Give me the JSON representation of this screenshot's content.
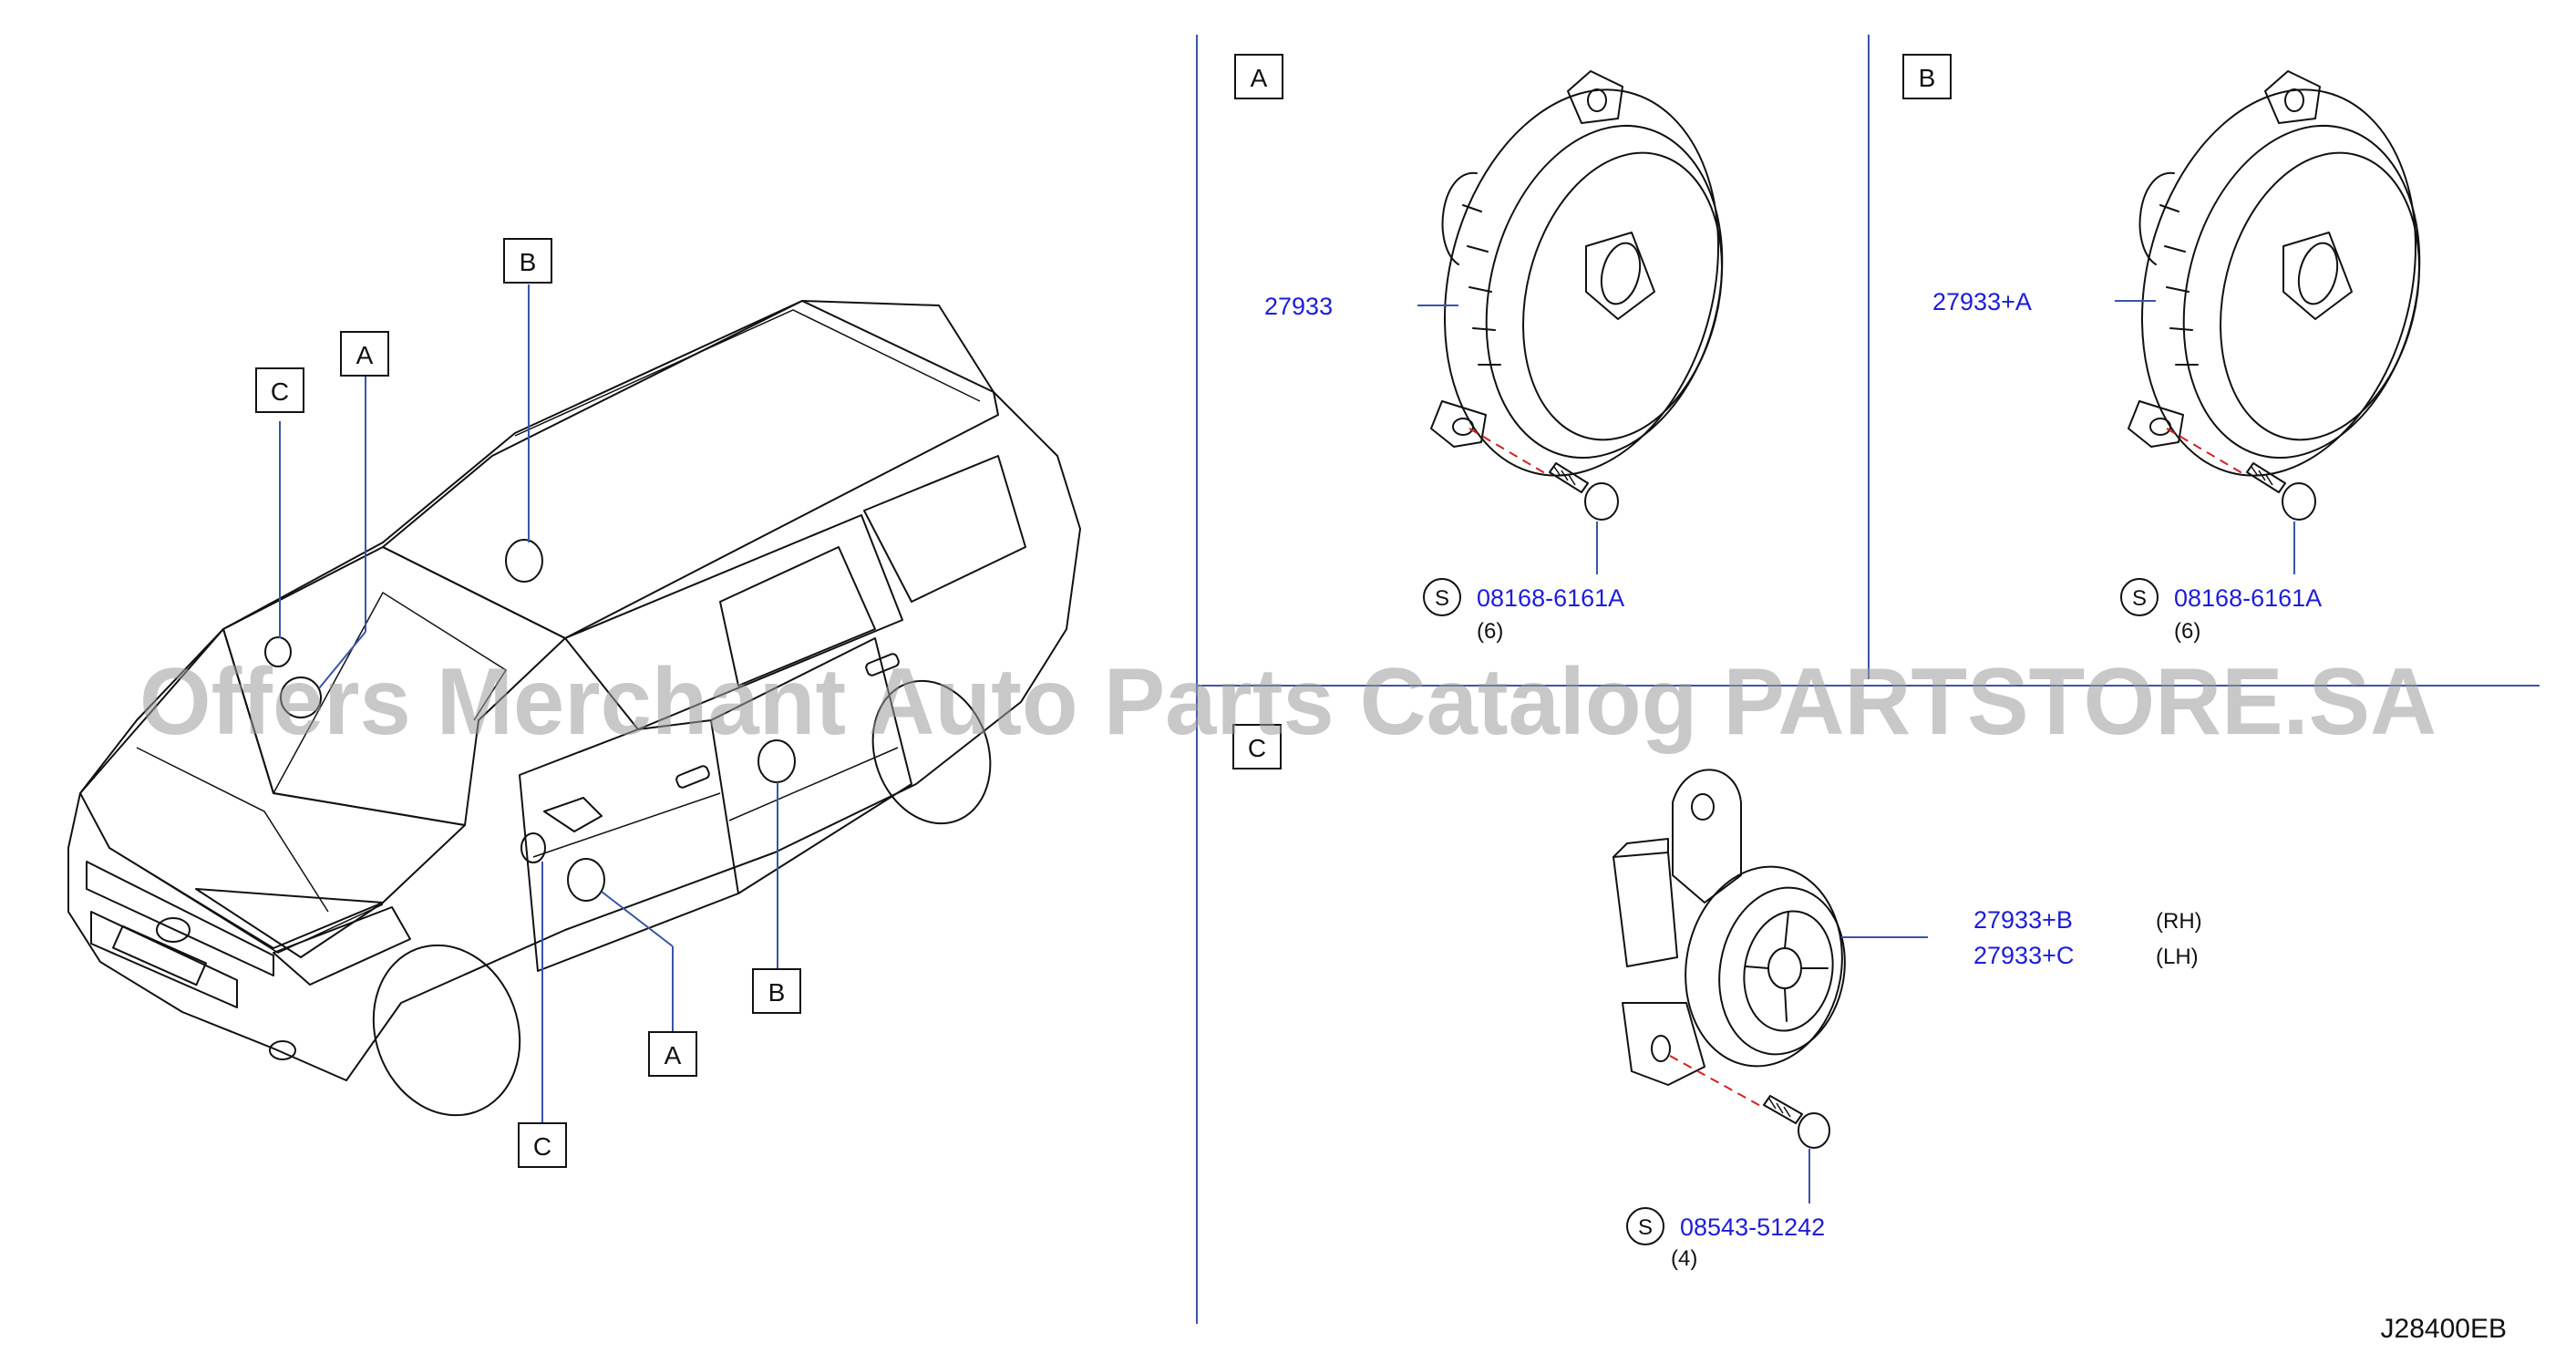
{
  "callouts": {
    "car_b": "B",
    "car_a_top": "A",
    "car_c_top": "C",
    "car_b_bottom": "B",
    "car_a_bottom": "A",
    "car_c_bottom": "C"
  },
  "panels": {
    "a": {
      "letter": "A",
      "part_number": "27933",
      "screw_marker": "S",
      "screw_part_number": "08168-6161A",
      "screw_qty": "(6)"
    },
    "b": {
      "letter": "B",
      "part_number": "27933+A",
      "screw_marker": "S",
      "screw_part_number": "08168-6161A",
      "screw_qty": "(6)"
    },
    "c": {
      "letter": "C",
      "part_number_rh": "27933+B",
      "side_rh": "(RH)",
      "part_number_lh": "27933+C",
      "side_lh": "(LH)",
      "screw_marker": "S",
      "screw_part_number": "08543-51242",
      "screw_qty": "(4)"
    }
  },
  "watermark": "Offers Merchant Auto Parts Catalog PARTSTORE.SA",
  "diagram_code": "J28400EB"
}
